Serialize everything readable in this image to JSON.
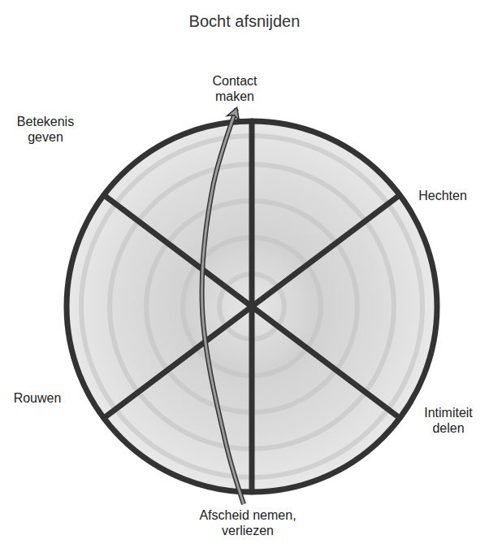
{
  "diagram": {
    "title": "Bocht afsnijden",
    "nodes": [
      {
        "text": [
          "Contact maken"
        ]
      },
      {
        "text": [
          "Hechten"
        ]
      },
      {
        "text": [
          "Intimiteit delen"
        ]
      },
      {
        "text": [
          "Afscheid nemen, verliezen"
        ]
      },
      {
        "text": [
          "Rouwen"
        ]
      },
      {
        "text": [
          "Betekenis geven"
        ]
      }
    ],
    "edges": [
      {
        "from": 3,
        "to": 0,
        "arrow": "to"
      }
    ]
  }
}
